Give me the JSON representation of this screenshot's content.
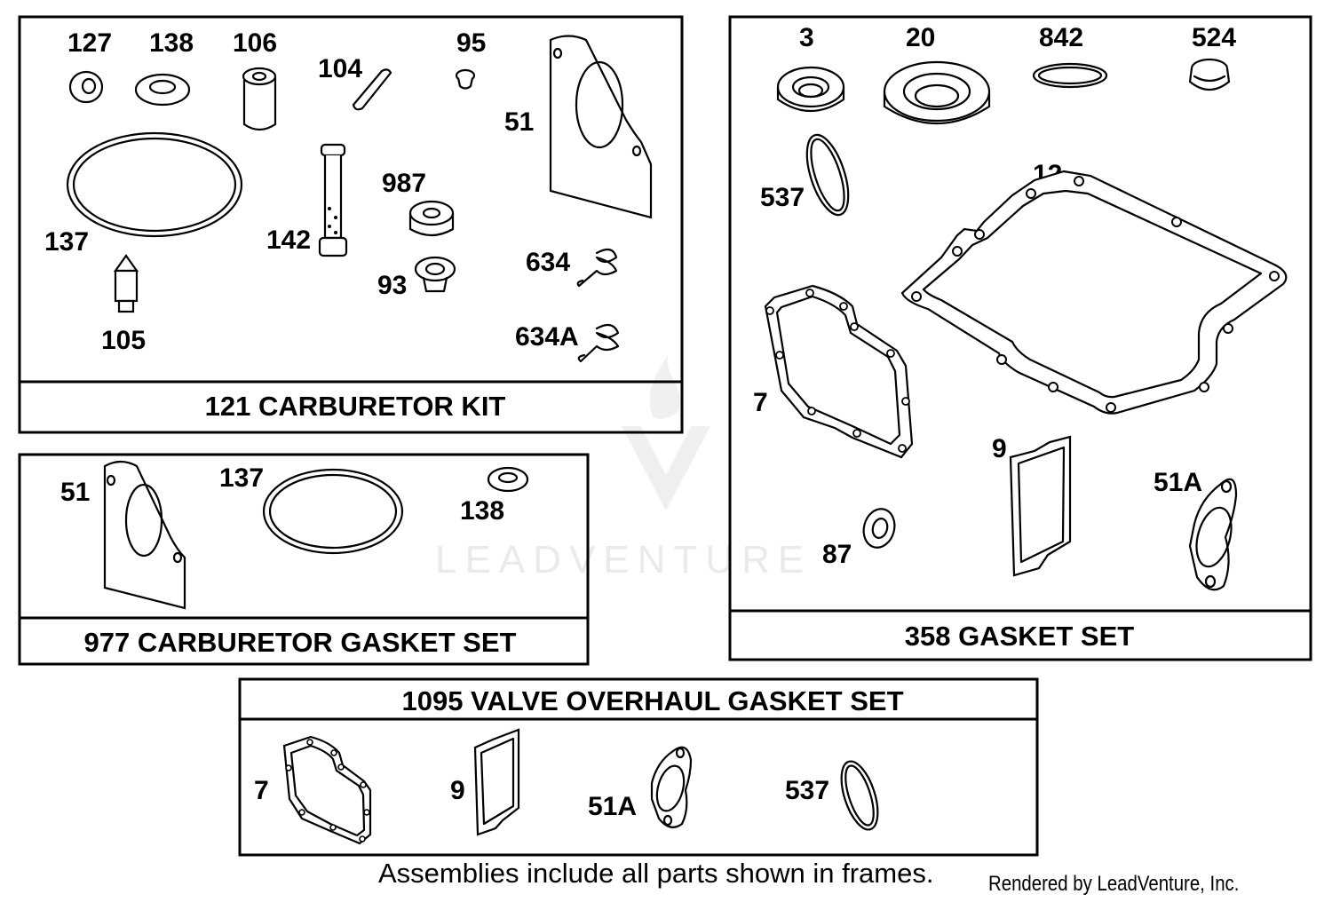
{
  "kits": [
    {
      "id": "carburetor-kit",
      "title": "121 CARBURETOR KIT",
      "parts": [
        "127",
        "138",
        "106",
        "104",
        "95",
        "51",
        "137",
        "142",
        "987",
        "105",
        "93",
        "634",
        "634A"
      ]
    },
    {
      "id": "carburetor-gasket-set",
      "title": "977 CARBURETOR GASKET SET",
      "parts": [
        "51",
        "137",
        "138"
      ]
    },
    {
      "id": "gasket-set",
      "title": "358 GASKET SET",
      "parts": [
        "3",
        "20",
        "842",
        "524",
        "537",
        "12",
        "7",
        "9",
        "51A",
        "87"
      ]
    },
    {
      "id": "valve-overhaul-gasket-set",
      "title": "1095 VALVE OVERHAUL GASKET SET",
      "parts": [
        "7",
        "9",
        "51A",
        "537"
      ]
    }
  ],
  "footer": {
    "note": "Assemblies include all parts shown in frames.",
    "credit": "Rendered by LeadVenture, Inc."
  },
  "watermark": {
    "text": "LEADVENTURE"
  }
}
